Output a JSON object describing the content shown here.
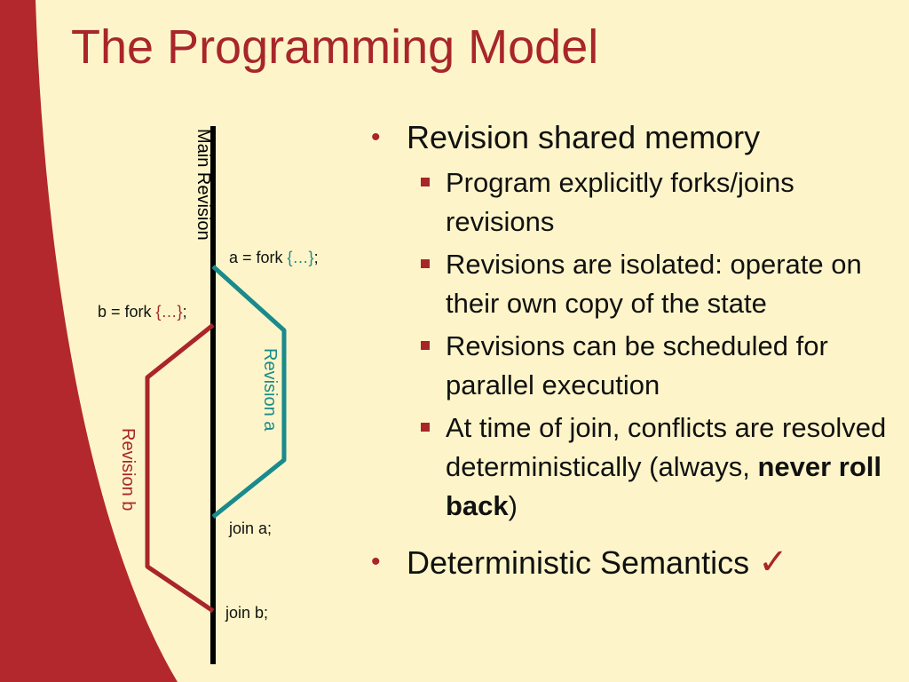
{
  "title": "The Programming Model",
  "diagram": {
    "main_label": "Main Revision",
    "fork_a": {
      "code": "a = fork ",
      "brace": "{…}",
      "semi": ";"
    },
    "fork_b": {
      "code": "b = fork ",
      "brace": "{…}",
      "semi": ";"
    },
    "revision_a_label": "Revision a",
    "revision_b_label": "Revision b",
    "join_a": "join a;",
    "join_b": "join b;"
  },
  "bullets": [
    {
      "text": "Revision shared memory",
      "sub": [
        "Program explicitly forks/joins revisions",
        "Revisions are isolated: operate on their own copy of the state",
        "Revisions can be scheduled for parallel execution"
      ],
      "last_sub": {
        "prefix": "At time of join, conflicts  are resolved deterministically (always, ",
        "bold": "never roll back",
        "suffix": ")"
      }
    },
    {
      "text": "Deterministic Semantics",
      "mark": "✓"
    }
  ],
  "colors": {
    "accent": "#a8262a",
    "teal": "#1a8a8c",
    "background": "#fdf5c9"
  }
}
